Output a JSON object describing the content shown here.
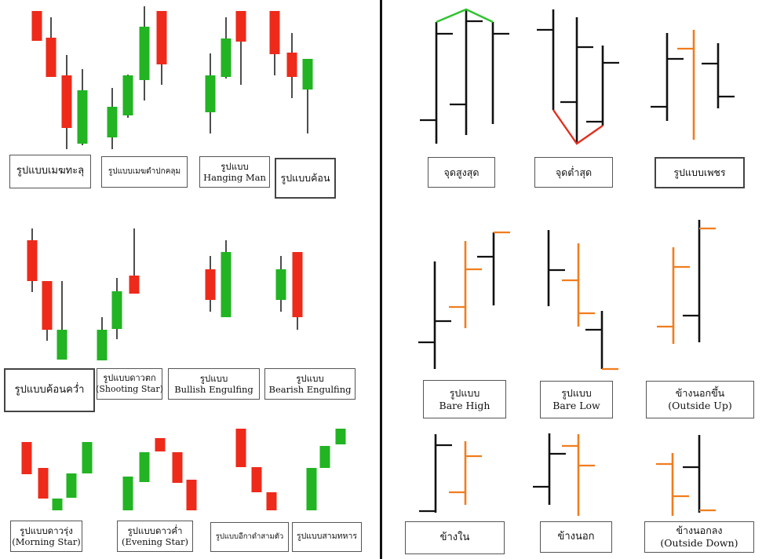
{
  "colors": {
    "bull": "#22b422",
    "bear": "#ee2a1a",
    "bar": "#111111",
    "accent": "#f07d1e",
    "peak": "#2ec42e",
    "trough": "#e0301e"
  },
  "labels": {
    "three_black_crows": [
      "รูปแบบเมฆทะลุ"
    ],
    "three_white_soldiers": [
      "รูปแบบเมฆดำปกคลุม"
    ],
    "hanging_man": [
      "รูปแบบ",
      "Hanging Man"
    ],
    "hammer": [
      "รูปแบบค้อน"
    ],
    "inverted_hammer": [
      "รูปแบบค้อนคว่ำ"
    ],
    "shooting_star": [
      "รูปแบบดาวตก",
      "(Shooting Star)"
    ],
    "bullish_engulfing": [
      "รูปแบบ",
      "Bullish Engulfing"
    ],
    "bearish_engulfing": [
      "รูปแบบ",
      "Bearish Engulfing"
    ],
    "morning_star": [
      "รูปแบบดาวรุ่ง",
      "(Morning Star)"
    ],
    "evening_star": [
      "รูปแบบดาวค่ำ",
      "(Evening Star)"
    ],
    "three_crows_pattern": [
      "รูปแบบอีกาดำสามตัว"
    ],
    "three_soldiers_pattern": [
      "รูปแบบสามทหาร"
    ],
    "top": [
      "จุดสูงสุด"
    ],
    "bottom": [
      "จุดต่ำสุด"
    ],
    "diamond": [
      "รูปแบบเพชร"
    ],
    "bare_high": [
      "รูปแบบ",
      "Bare High"
    ],
    "bare_low": [
      "รูปแบบ",
      "Bare Low"
    ],
    "outside_up": [
      "ข้างนอกขึ้น",
      "(Outside Up)"
    ],
    "inside": [
      "ข้างใน"
    ],
    "outside": [
      "ข้างนอก"
    ],
    "outside_down": [
      "ข้างนอกลง",
      "(Outside Down)"
    ]
  }
}
